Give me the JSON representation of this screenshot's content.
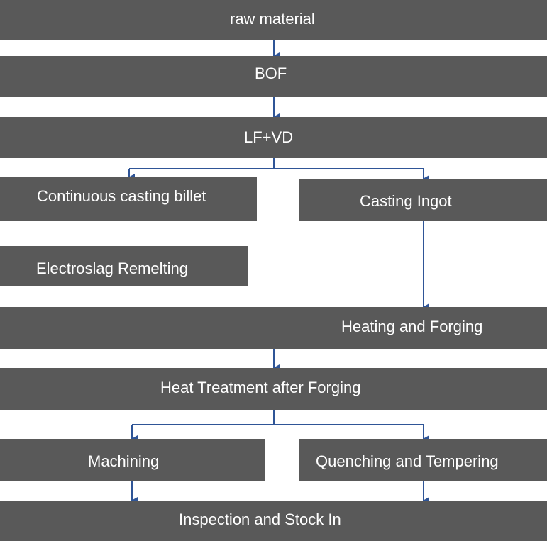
{
  "diagram": {
    "steps": {
      "raw_material": "raw material",
      "bof": "BOF",
      "lf_vd": "LF+VD",
      "continuous_casting_billet": "Continuous casting billet",
      "casting_ingot": "Casting Ingot",
      "electroslag_remelting": "Electroslag Remelting",
      "heating_and_forging": "Heating and Forging",
      "heat_treatment_after_forging": "Heat Treatment after Forging",
      "machining": "Machining",
      "quenching_and_tempering": "Quenching and Tempering",
      "inspection_and_stock_in": "Inspection and Stock In"
    },
    "box_color": "#595959",
    "text_color": "#ffffff",
    "connector_color": "#2f5597"
  }
}
